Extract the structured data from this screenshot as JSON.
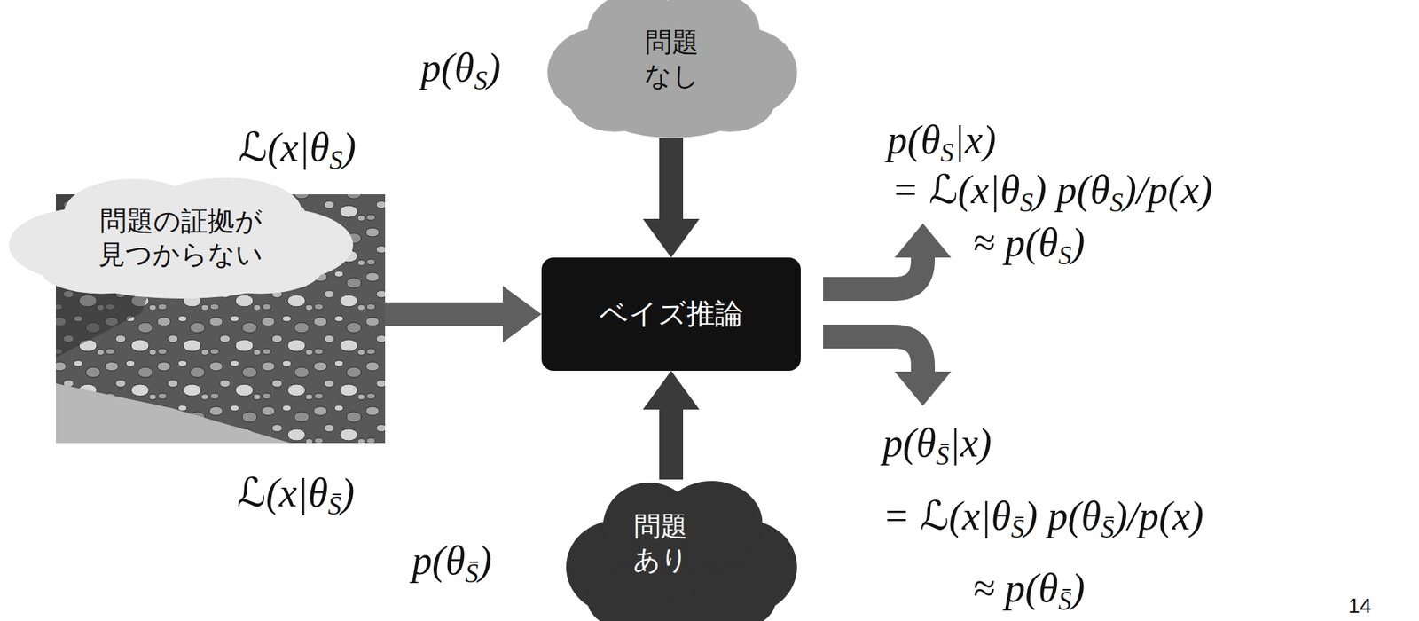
{
  "diagram": {
    "nodes": [
      {
        "text": [
          "問題 なし"
        ]
      },
      {
        "text": [
          "問題の証拠が 見つからない"
        ]
      },
      {
        "text": [
          "ベイズ推論"
        ]
      },
      {
        "text": [
          "問題 あり"
        ]
      }
    ],
    "edges": [
      {
        "from": 0,
        "to": 2,
        "arrow": "to"
      },
      {
        "from": 1,
        "to": 2,
        "arrow": "to"
      },
      {
        "from": 3,
        "to": 2,
        "arrow": "to"
      }
    ],
    "labels": [
      "p(θS)",
      "ℒ(x|θS)",
      "ℒ(x|θS̄)",
      "p(θS̄)",
      "p(θS|x)",
      "= ℒ(x|θS) p(θS)/p(x)",
      "≈ p(θS)",
      "p(θS̄|x)",
      "= ℒ(x|θS̄) p(θS̄)/p(x)",
      "≈ p(θS̄)",
      "14"
    ]
  }
}
